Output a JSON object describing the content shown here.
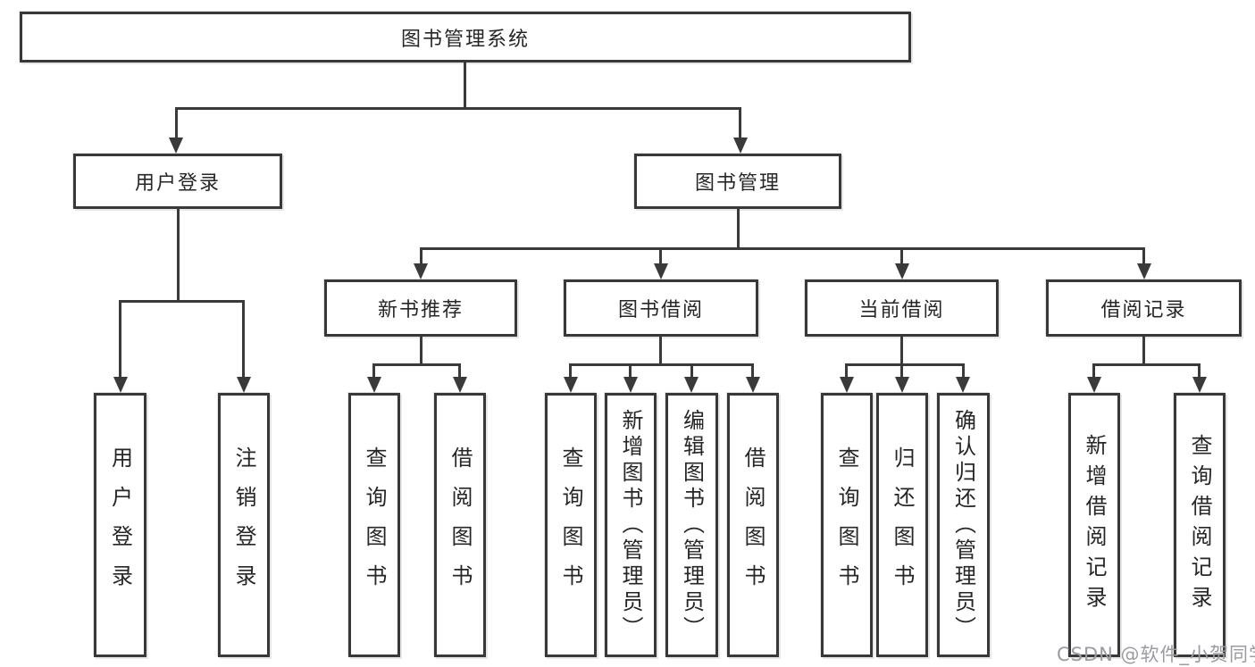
{
  "root": {
    "label": "图书管理系统"
  },
  "level2": [
    {
      "label": "用户登录"
    },
    {
      "label": "图书管理"
    }
  ],
  "level3": [
    {
      "label": "新书推荐",
      "parent": "图书管理"
    },
    {
      "label": "图书借阅",
      "parent": "图书管理"
    },
    {
      "label": "当前借阅",
      "parent": "图书管理"
    },
    {
      "label": "借阅记录",
      "parent": "图书管理"
    }
  ],
  "leaves": [
    {
      "label": "用户登录",
      "parent": "用户登录"
    },
    {
      "label": "注销登录",
      "parent": "用户登录"
    },
    {
      "label": "查询图书",
      "parent": "新书推荐"
    },
    {
      "label": "借阅图书",
      "parent": "新书推荐"
    },
    {
      "label": "查询图书",
      "parent": "图书借阅"
    },
    {
      "label": "新增图书（管理员）",
      "parent": "图书借阅"
    },
    {
      "label": "编辑图书（管理员）",
      "parent": "图书借阅"
    },
    {
      "label": "借阅图书",
      "parent": "图书借阅"
    },
    {
      "label": "查询图书",
      "parent": "当前借阅"
    },
    {
      "label": "归还图书",
      "parent": "当前借阅"
    },
    {
      "label": "确认归还（管理员）",
      "parent": "当前借阅"
    },
    {
      "label": "新增借阅记录",
      "parent": "借阅记录"
    },
    {
      "label": "查询借阅记录",
      "parent": "借阅记录"
    }
  ],
  "watermark": "CSDN @软件_小贺同学",
  "colors": {
    "line": "#3a3a3a",
    "text": "#262626",
    "watermark": "#9b9ba3",
    "background": "#ffffff"
  }
}
